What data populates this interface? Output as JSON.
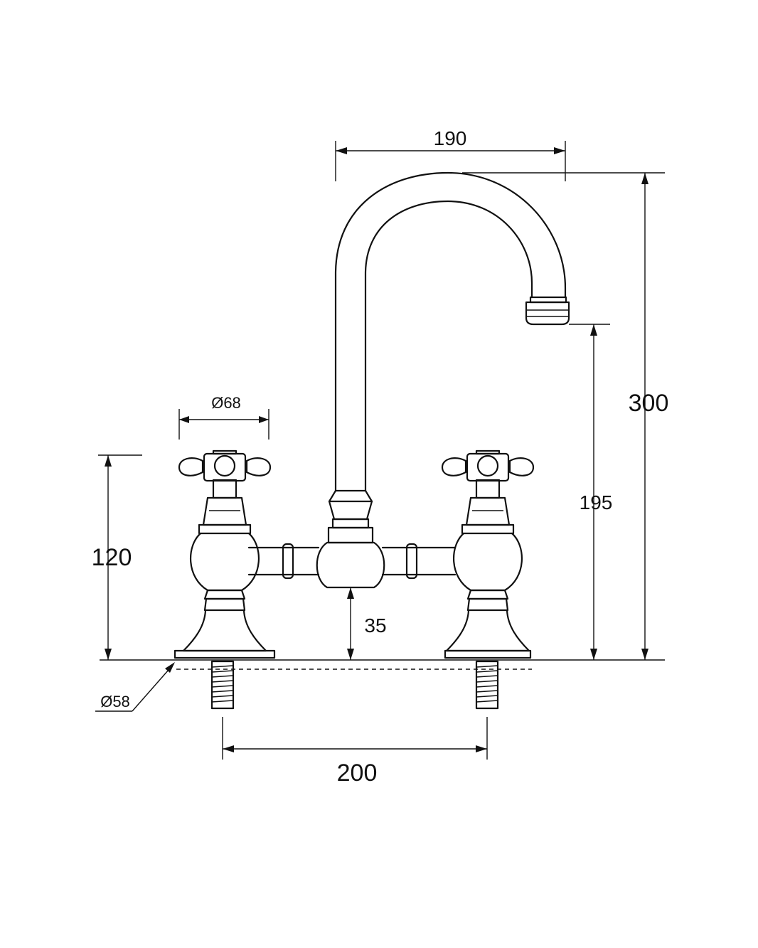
{
  "dimensions": {
    "spout_reach": "190",
    "total_height": "300",
    "spout_clearance": "195",
    "handle_diameter": "Ø68",
    "tap_height": "120",
    "bridge_clearance": "35",
    "base_diameter": "Ø58",
    "centres": "200"
  }
}
